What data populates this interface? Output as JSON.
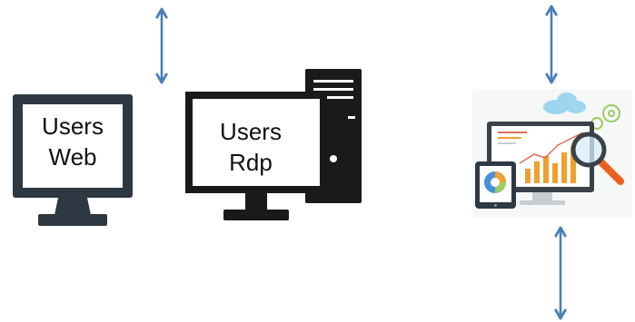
{
  "diagram": {
    "nodes": {
      "users_web": {
        "line1": "Users",
        "line2": "Web",
        "icon": "desktop-monitor-icon"
      },
      "users_rdp": {
        "line1": "Users",
        "line2": "Rdp",
        "icon": "desktop-computer-tower-icon"
      },
      "analytics": {
        "icon": "analytics-dashboard-icon"
      }
    },
    "connectors": [
      {
        "icon": "double-arrow-icon",
        "direction": "vertical"
      },
      {
        "icon": "double-arrow-icon",
        "direction": "vertical"
      },
      {
        "icon": "double-arrow-icon",
        "direction": "vertical"
      }
    ],
    "colors": {
      "arrow": "#4a7ebb",
      "device_dark": "#2e3842",
      "computer_black": "#1a1a1a",
      "bar_orange": "#f0a030",
      "cloud_blue": "#9dd6ee",
      "gear_green": "#9ccc65"
    }
  }
}
